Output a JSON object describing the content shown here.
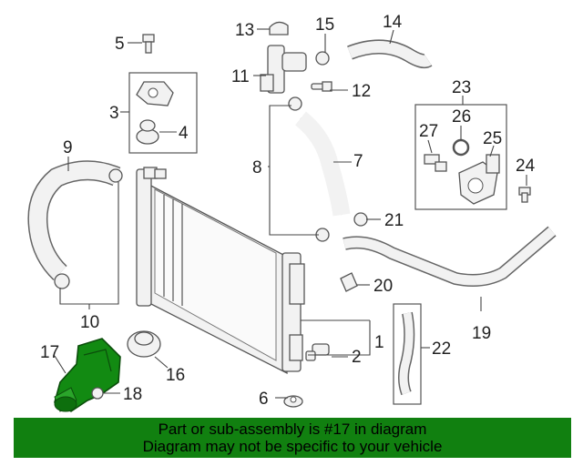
{
  "callouts": {
    "c1": "1",
    "c2": "2",
    "c3": "3",
    "c4": "4",
    "c5": "5",
    "c6": "6",
    "c7": "7",
    "c8": "8",
    "c9": "9",
    "c10": "10",
    "c11": "11",
    "c12": "12",
    "c13": "13",
    "c14": "14",
    "c15": "15",
    "c16": "16",
    "c17": "17",
    "c18": "18",
    "c19": "19",
    "c20": "20",
    "c21": "21",
    "c22": "22",
    "c23": "23",
    "c24": "24",
    "c25": "25",
    "c26": "26",
    "c27": "27"
  },
  "highlight_color": "#118010",
  "banner": {
    "line1": "Part or sub-assembly is #17 in diagram",
    "line2": "Diagram may not be specific to your vehicle"
  }
}
